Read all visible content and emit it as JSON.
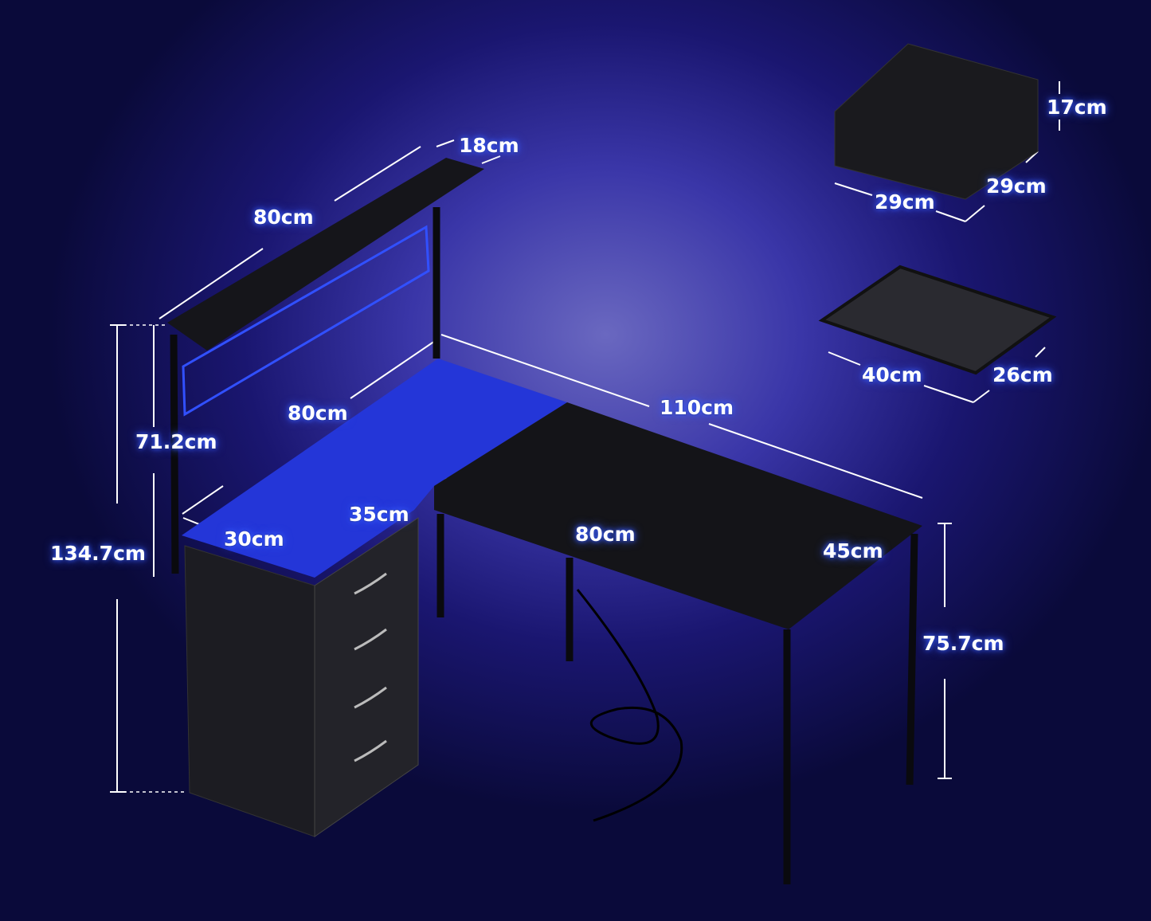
{
  "colors": {
    "background": "#2a2690",
    "accent_glow": "#3a5cff",
    "desk": "#111114",
    "led": "#2a48ff"
  },
  "dimensions": {
    "shelf_depth": "18cm",
    "shelf_width": "80cm",
    "hutch_height": "71.2cm",
    "total_height": "134.7cm",
    "side_length": "80cm",
    "main_length": "110cm",
    "cabinet_width": "35cm",
    "cabinet_depth": "30cm",
    "inner_length": "80cm",
    "desk_depth": "45cm",
    "desk_height": "75.7cm",
    "drawer_height": "17cm",
    "drawer_width": "29cm",
    "drawer_depth": "29cm",
    "stand_width": "40cm",
    "stand_depth": "26cm"
  }
}
